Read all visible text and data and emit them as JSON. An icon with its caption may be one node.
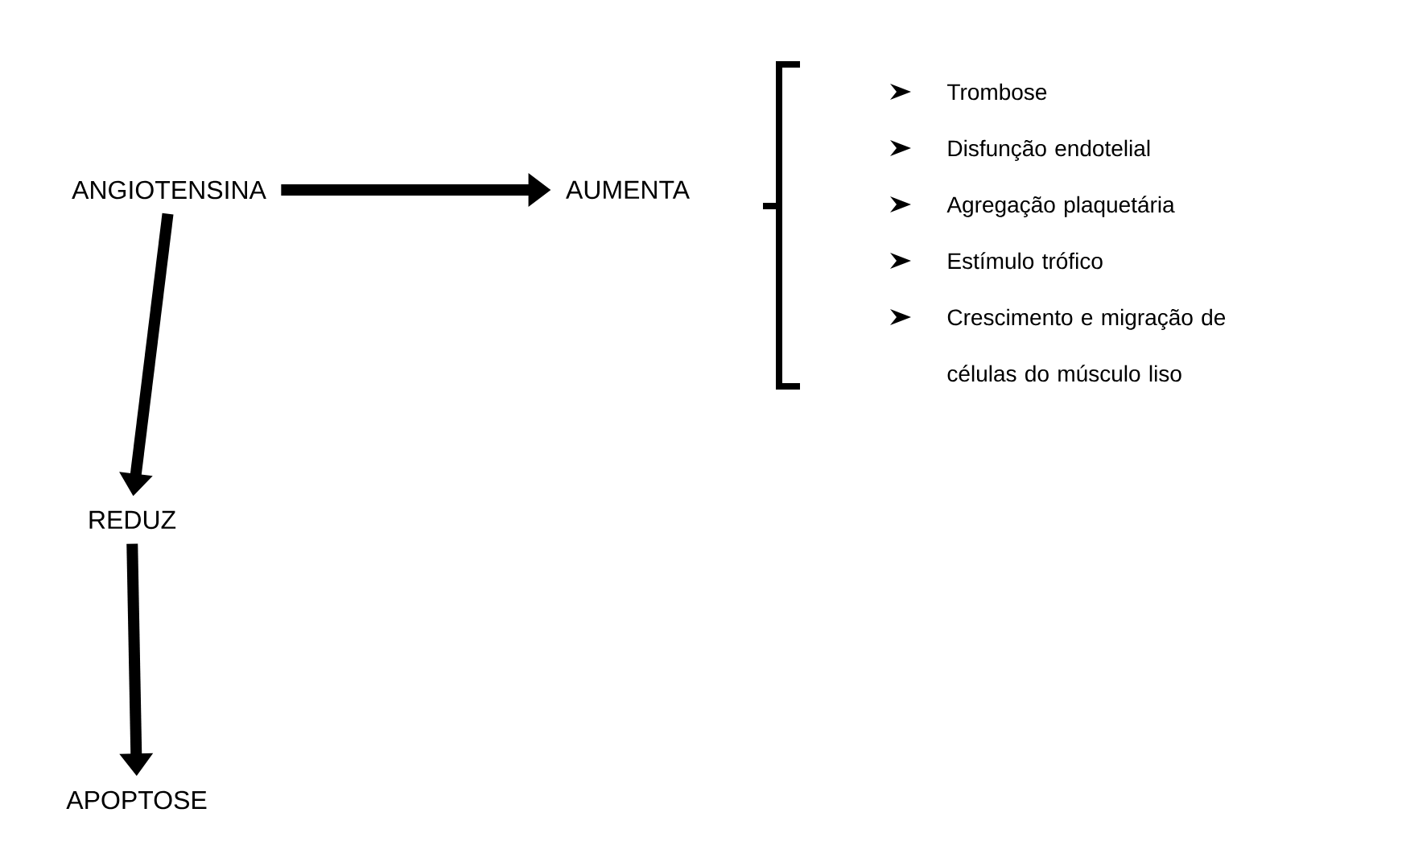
{
  "diagram": {
    "nodes": [
      {
        "text": [
          "ANGIOTENSINA"
        ]
      },
      {
        "text": [
          "AUMENTA"
        ]
      },
      {
        "text": [
          "REDUZ"
        ]
      },
      {
        "text": [
          "APOPTOSE"
        ]
      },
      {
        "text": [
          "Trombose",
          "Disfunção endotelial",
          "Agregação plaquetária",
          "Estímulo trófico",
          "Crescimento e migração de células do músculo liso"
        ]
      }
    ],
    "edges": [
      {
        "from": 0,
        "to": 1,
        "arrow": "to"
      },
      {
        "from": 0,
        "to": 2,
        "arrow": "to"
      },
      {
        "from": 2,
        "to": 3,
        "arrow": "to"
      }
    ]
  }
}
